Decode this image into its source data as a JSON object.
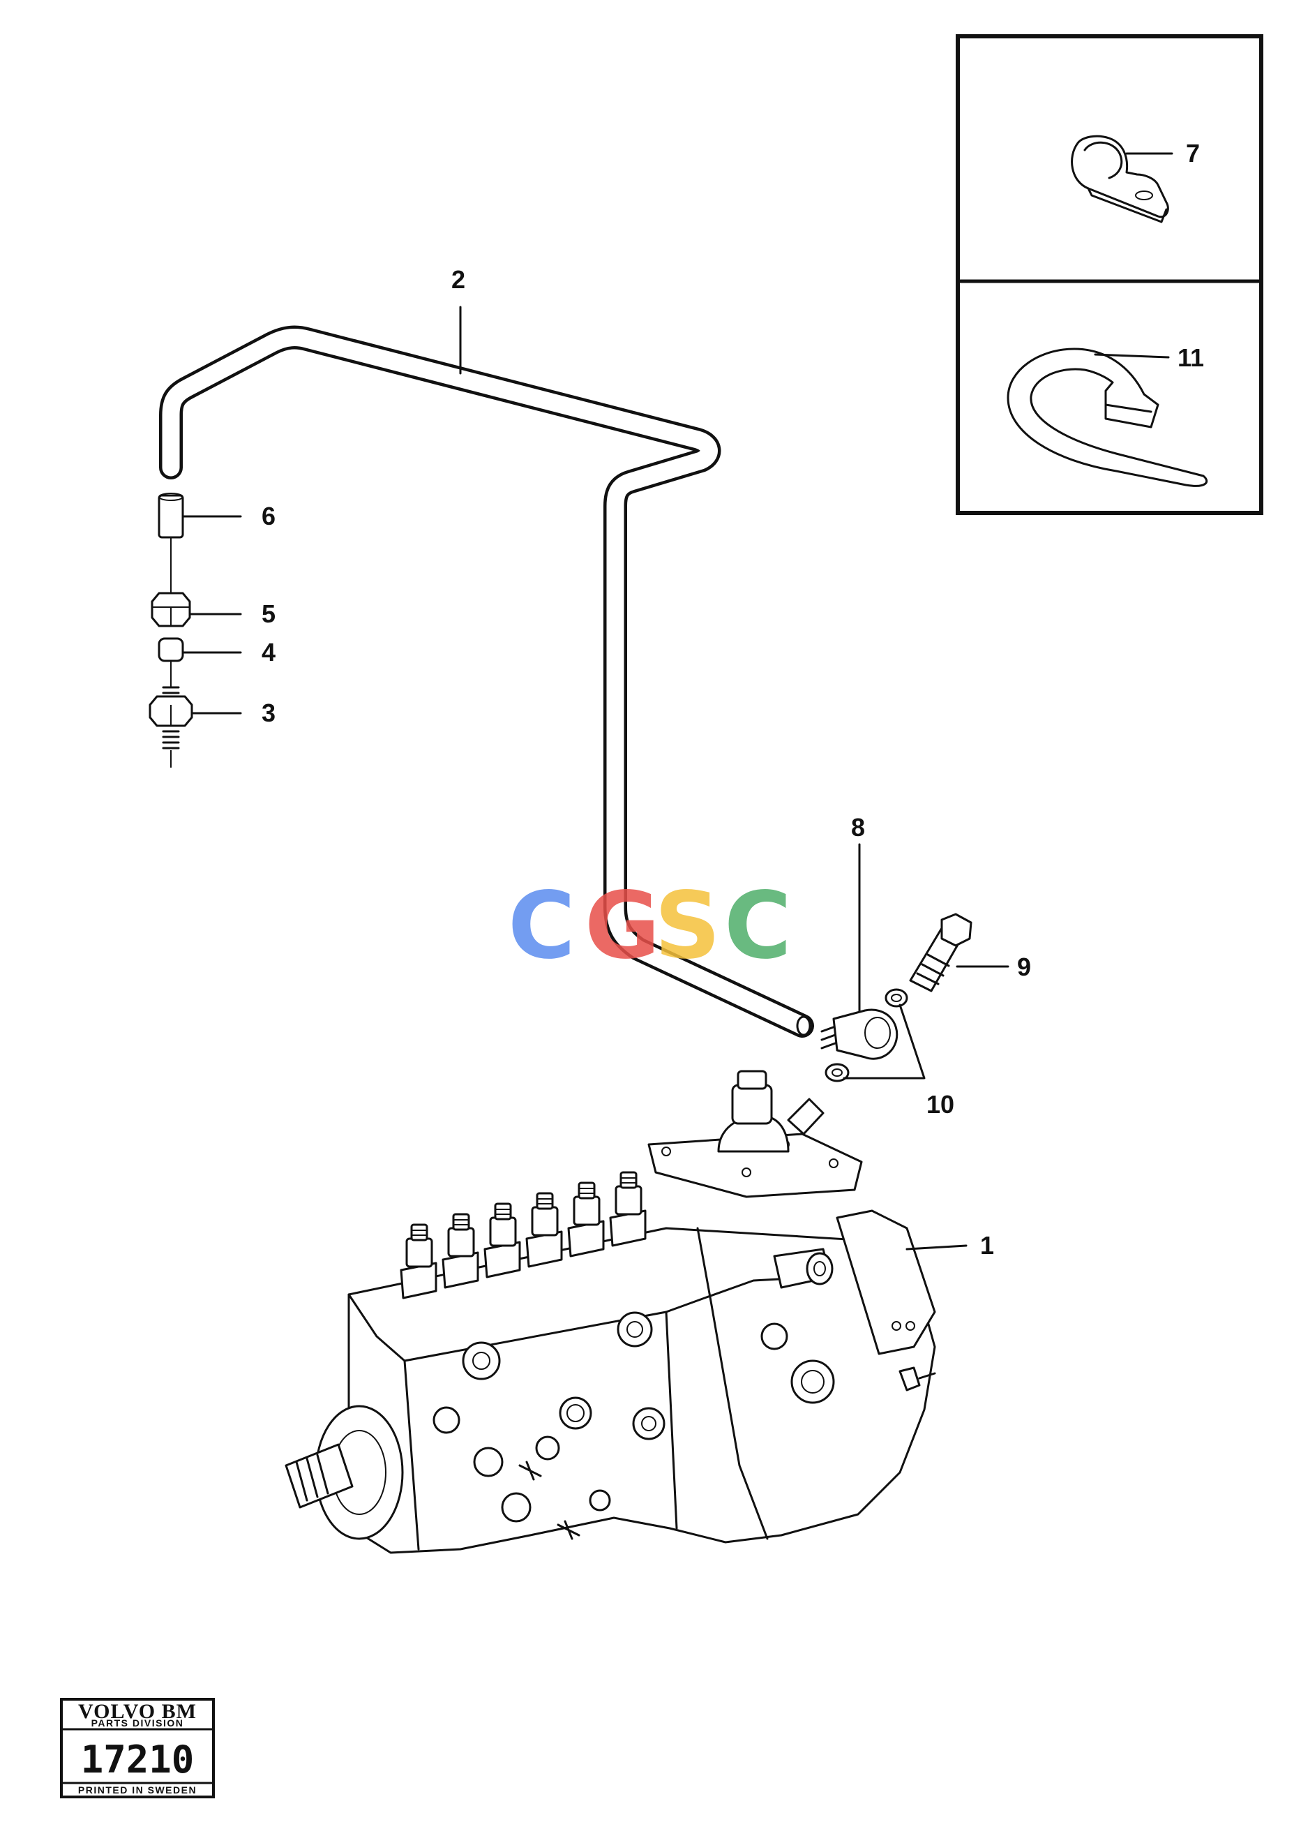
{
  "callouts": {
    "c1": "1",
    "c2": "2",
    "c3": "3",
    "c4": "4",
    "c5": "5",
    "c6": "6",
    "c7": "7",
    "c8": "8",
    "c9": "9",
    "c10": "10",
    "c11": "11"
  },
  "stamp": {
    "brand": "VOLVO BM",
    "division": "PARTS DIVISION",
    "number": "17210",
    "footer": "PRINTED IN SWEDEN"
  },
  "watermark": {
    "letters": [
      "C",
      "G",
      "S",
      "C"
    ],
    "colors": [
      "#5b8def",
      "#e8504a",
      "#f5c13c",
      "#4fae6a"
    ]
  }
}
